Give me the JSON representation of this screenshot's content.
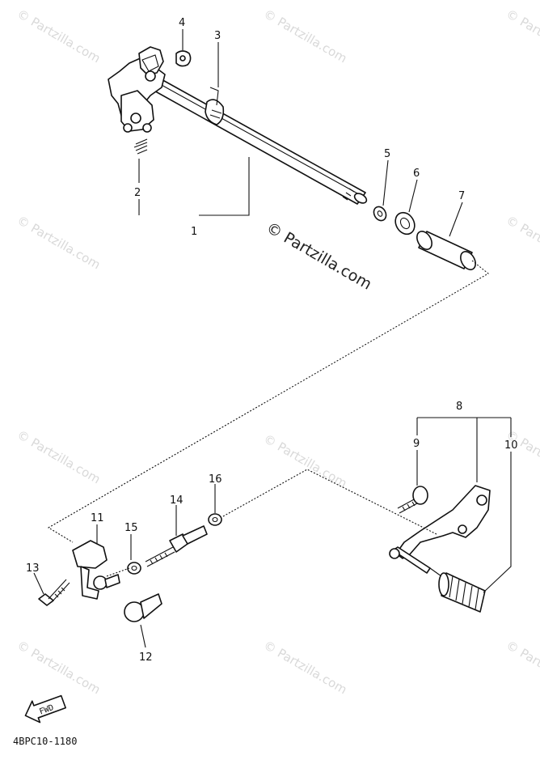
{
  "watermark": {
    "main": "© Partzilla.com",
    "tile": "© Partzilla.com"
  },
  "diagram_code": "4BPC10-1180",
  "fwd_label": "FWD",
  "callouts": {
    "c1": "1",
    "c2": "2",
    "c3": "3",
    "c4": "4",
    "c5": "5",
    "c6": "6",
    "c7": "7",
    "c8": "8",
    "c9": "9",
    "c10": "10",
    "c11": "11",
    "c12": "12",
    "c13": "13",
    "c14": "14",
    "c15": "15",
    "c16": "16"
  }
}
